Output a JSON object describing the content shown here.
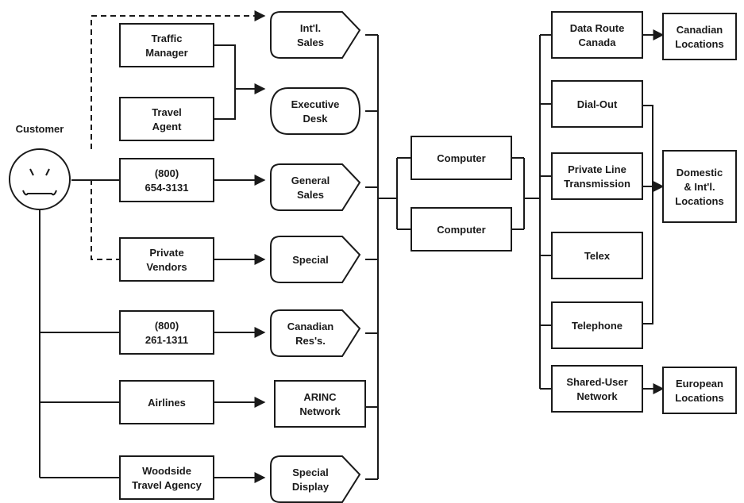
{
  "customer": {
    "label": "Customer"
  },
  "sources": [
    {
      "id": "traffic-manager",
      "lines": [
        "Traffic",
        "Manager"
      ]
    },
    {
      "id": "travel-agent",
      "lines": [
        "Travel",
        "Agent"
      ]
    },
    {
      "id": "phone-800-654",
      "lines": [
        "(800)",
        "654-3131"
      ]
    },
    {
      "id": "private-vendors",
      "lines": [
        "Private",
        "Vendors"
      ]
    },
    {
      "id": "phone-800-261",
      "lines": [
        "(800)",
        "261-1311"
      ]
    },
    {
      "id": "airlines",
      "lines": [
        "Airlines"
      ]
    },
    {
      "id": "woodside",
      "lines": [
        "Woodside",
        "Travel Agency"
      ]
    }
  ],
  "desks": [
    {
      "id": "intl-sales",
      "lines": [
        "Int'l.",
        "Sales"
      ]
    },
    {
      "id": "executive-desk",
      "lines": [
        "Executive",
        "Desk"
      ]
    },
    {
      "id": "general-sales",
      "lines": [
        "General",
        "Sales"
      ]
    },
    {
      "id": "special",
      "lines": [
        "Special"
      ]
    },
    {
      "id": "canadian-res",
      "lines": [
        "Canadian",
        "Res's."
      ]
    },
    {
      "id": "arinc-network",
      "lines": [
        "ARINC",
        "Network"
      ]
    },
    {
      "id": "special-display",
      "lines": [
        "Special",
        "Display"
      ]
    }
  ],
  "computers": [
    {
      "id": "computer-1",
      "lines": [
        "Computer"
      ]
    },
    {
      "id": "computer-2",
      "lines": [
        "Computer"
      ]
    }
  ],
  "networks": [
    {
      "id": "data-route-canada",
      "lines": [
        "Data Route",
        "Canada"
      ]
    },
    {
      "id": "dial-out",
      "lines": [
        "Dial-Out"
      ]
    },
    {
      "id": "private-line",
      "lines": [
        "Private Line",
        "Transmission"
      ]
    },
    {
      "id": "telex",
      "lines": [
        "Telex"
      ]
    },
    {
      "id": "telephone",
      "lines": [
        "Telephone"
      ]
    },
    {
      "id": "shared-user-network",
      "lines": [
        "Shared-User",
        "Network"
      ]
    }
  ],
  "destinations": [
    {
      "id": "canadian-locations",
      "lines": [
        "Canadian",
        "Locations"
      ]
    },
    {
      "id": "domestic-intl-locations",
      "lines": [
        "Domestic",
        "& Int'l.",
        "Locations"
      ]
    },
    {
      "id": "european-locations",
      "lines": [
        "European",
        "Locations"
      ]
    }
  ]
}
